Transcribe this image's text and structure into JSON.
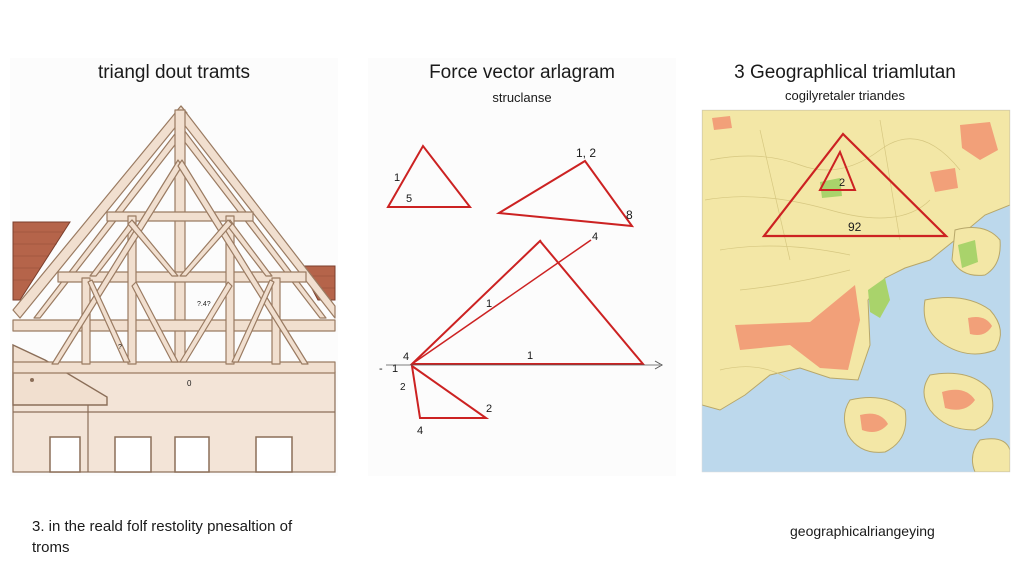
{
  "panels": [
    {
      "title": "triangl dout tramts",
      "caption": "3. in the reald folf restolity pnesaltion of troms",
      "truss_labels": [
        "?.4?",
        "?",
        "0"
      ]
    },
    {
      "title": "Force vector arlagram",
      "subtitle": "struclanse",
      "labels": {
        "t1_a": "1",
        "t1_b": "5",
        "t2_a": "1, 2",
        "t2_b": "8",
        "t3_a": "4",
        "t3_b": "1",
        "t3_c": "1",
        "t3_d": "4",
        "t3_e": "1",
        "t3_f": "-",
        "t4_a": "2",
        "t4_b": "2",
        "t4_c": "4"
      }
    },
    {
      "title": "3 Geographlical triamlutan",
      "subtitle": "cogilyretaler triandes",
      "caption": "geographicalriangeying",
      "labels": {
        "inner": "2",
        "base": "92"
      }
    }
  ],
  "colors": {
    "triangle_red": "#cc2222",
    "wood_fill": "#f1dfcf",
    "wood_stroke": "#9a7b62",
    "wall": "#f3e4d7",
    "roof_tile": "#b5644a",
    "water": "#bcd8ec",
    "land": "#f3e7a6",
    "urban": "#f2a079",
    "park": "#a9d36b"
  }
}
